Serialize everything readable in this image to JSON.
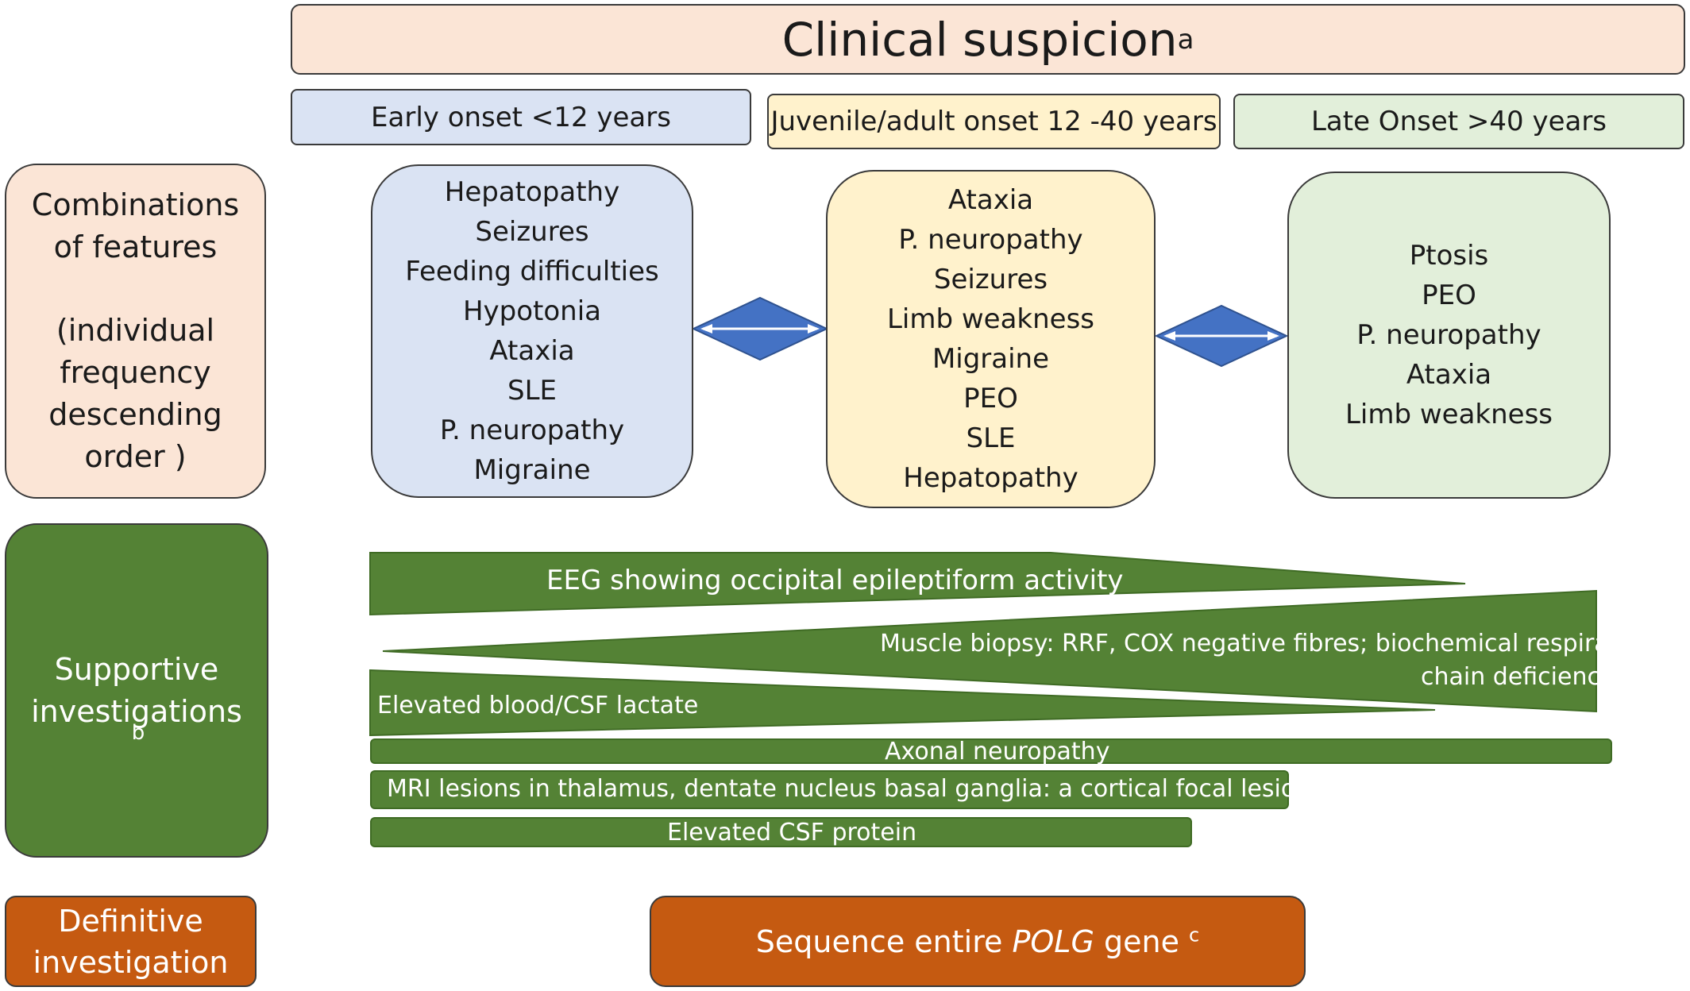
{
  "title": {
    "text": "Clinical suspicion",
    "sup": "a"
  },
  "onsets": [
    {
      "label": "Early onset <12 years"
    },
    {
      "label": "Juvenile/adult onset 12 -40 years"
    },
    {
      "label": "Late Onset >40 years"
    }
  ],
  "rows": {
    "features": {
      "line1": "Combinations",
      "line2": "of features",
      "line3": "(individual",
      "line4": "frequency",
      "line5": "descending",
      "line6": "order )"
    },
    "supportive": {
      "line1": "Supportive",
      "line2": "investigations",
      "sup": "b"
    },
    "definitive": {
      "line1": "Definitive",
      "line2": "investigation"
    }
  },
  "features": {
    "early": [
      "Hepatopathy",
      "Seizures",
      "Feeding difficulties",
      "Hypotonia",
      "Ataxia",
      "SLE",
      "P. neuropathy",
      "Migraine"
    ],
    "juvenile": [
      "Ataxia",
      "P. neuropathy",
      "Seizures",
      "Limb weakness",
      "Migraine",
      "PEO",
      "SLE",
      "Hepatopathy"
    ],
    "late": [
      "Ptosis",
      "PEO",
      "P. neuropathy",
      "Ataxia",
      "Limb weakness"
    ]
  },
  "investigations": {
    "eeg": "EEG showing occipital epileptiform activity",
    "muscle_line1": "Muscle biopsy: RRF, COX negative fibres; biochemical respiratory",
    "muscle_line2": "chain deficiency",
    "lactate": "Elevated blood/CSF lactate",
    "axonal": "Axonal neuropathy",
    "mri": "MRI lesions in thalamus, dentate nucleus basal ganglia: a cortical focal lesions(s)",
    "csf_protein": "Elevated CSF protein"
  },
  "definitive_action": {
    "prefix": "Sequence entire ",
    "gene": "POLG",
    "suffix": " gene ",
    "sup": "c"
  },
  "colors": {
    "peach": "#fbe5d6",
    "blue": "#dae3f3",
    "yellow": "#fff2cc",
    "green_light": "#e2efda",
    "green_dark": "#548235",
    "orange": "#c55a11",
    "arrow_blue": "#4472c4"
  }
}
